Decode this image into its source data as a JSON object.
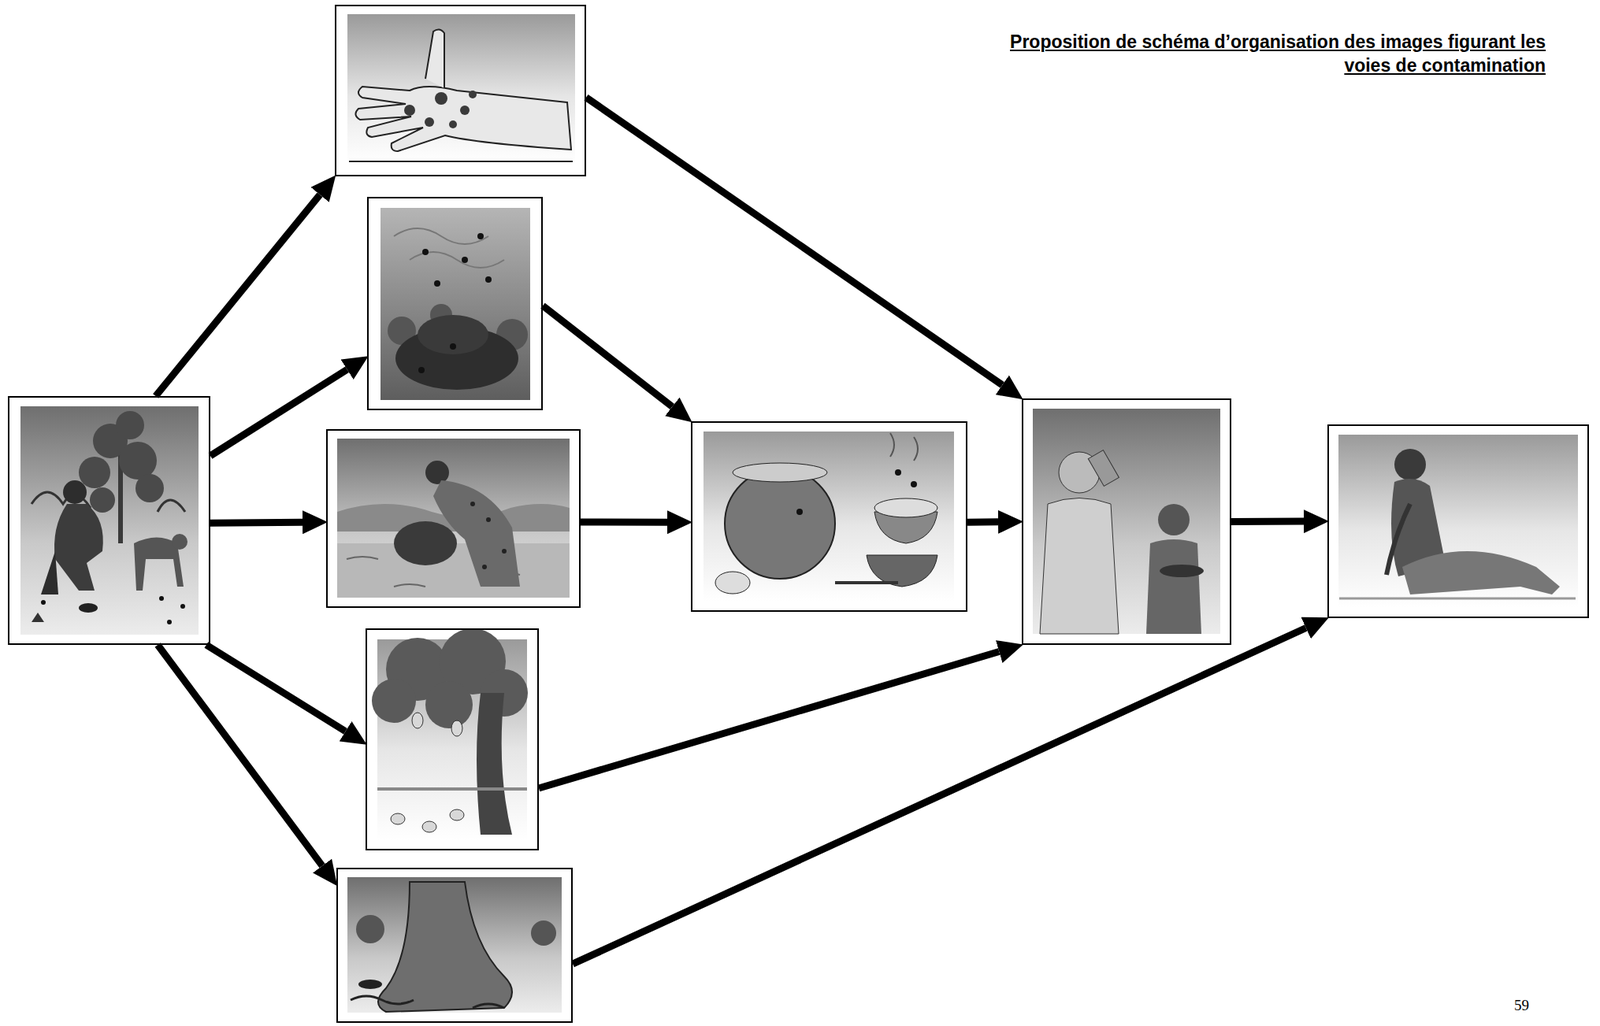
{
  "diagram": {
    "title": "Proposition de schéma d’organisation des images figurant les voies de contamination",
    "nodes": [
      {
        "text": []
      },
      {
        "text": []
      },
      {
        "text": []
      },
      {
        "text": []
      },
      {
        "text": []
      },
      {
        "text": []
      },
      {
        "text": []
      },
      {
        "text": []
      },
      {
        "text": []
      }
    ],
    "edges": [
      {
        "from": 0,
        "to": 1,
        "arrow": "to"
      },
      {
        "from": 0,
        "to": 2,
        "arrow": "to"
      },
      {
        "from": 0,
        "to": 3,
        "arrow": "to"
      },
      {
        "from": 0,
        "to": 4,
        "arrow": "to"
      },
      {
        "from": 0,
        "to": 5,
        "arrow": "to"
      },
      {
        "from": 1,
        "to": 7,
        "arrow": "to"
      },
      {
        "from": 2,
        "to": 6,
        "arrow": "to"
      },
      {
        "from": 3,
        "to": 6,
        "arrow": "to"
      },
      {
        "from": 6,
        "to": 7,
        "arrow": "to"
      },
      {
        "from": 4,
        "to": 7,
        "arrow": "to"
      },
      {
        "from": 5,
        "to": 8,
        "arrow": "to"
      },
      {
        "from": 7,
        "to": 8,
        "arrow": "to"
      }
    ],
    "labels": [
      "59"
    ]
  }
}
